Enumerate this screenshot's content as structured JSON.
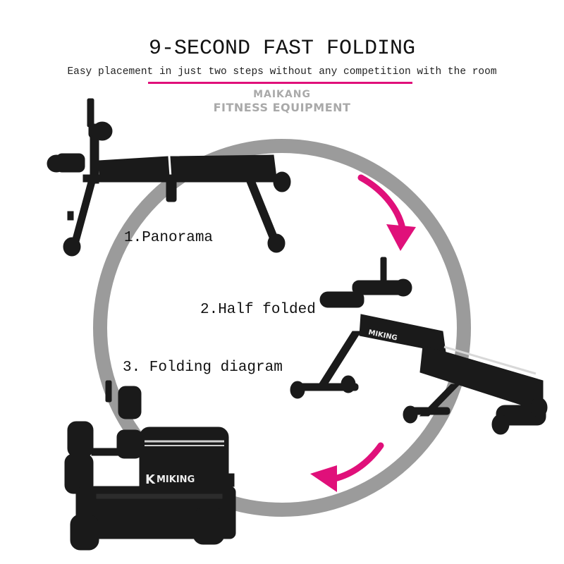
{
  "header": {
    "title": "9-SECOND FAST FOLDING",
    "subtitle": "Easy placement in just two steps without any competition with the room",
    "accent_color": "#e0107a"
  },
  "brand": {
    "line1": "MAIKANG",
    "line2": "FITNESS EQUIPMENT"
  },
  "steps": [
    {
      "label": "1.Panorama"
    },
    {
      "label": "2.Half folded"
    },
    {
      "label": "3. Folding diagram"
    }
  ],
  "product_logo": {
    "mark": "K",
    "name": "MIKING"
  },
  "colors": {
    "ring": "#8a8a8a",
    "arrow": "#e0107a",
    "bench": "#1a1a1a"
  }
}
